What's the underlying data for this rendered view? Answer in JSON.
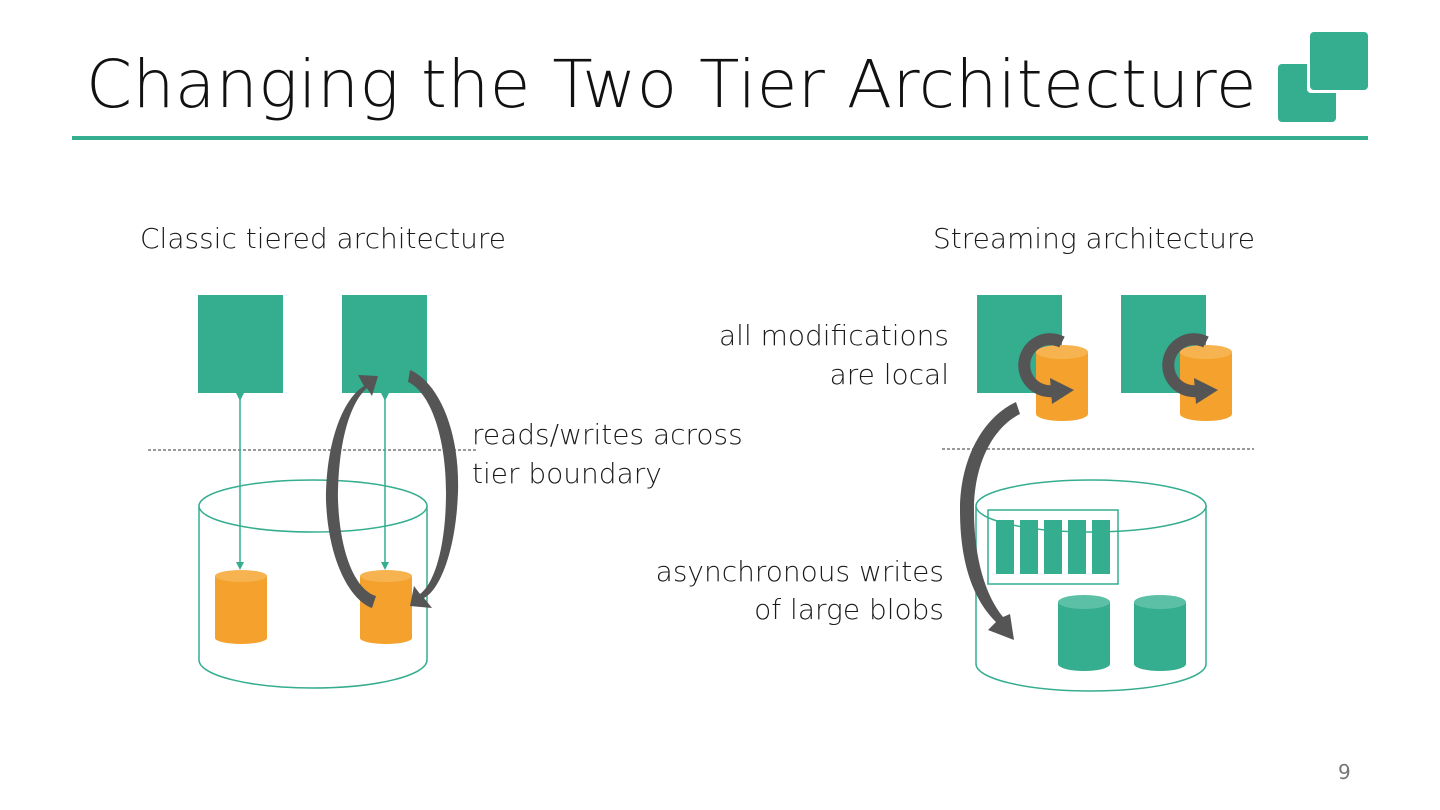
{
  "slide": {
    "title": "Changing the Two Tier Architecture",
    "page_number": "9"
  },
  "left": {
    "heading": "Classic tiered architecture",
    "annotation_line1": "reads/writes across",
    "annotation_line2": "tier boundary"
  },
  "right": {
    "heading": "Streaming architecture",
    "annotation_top_line1": "all modifications",
    "annotation_top_line2": "are local",
    "annotation_bottom_line1": "asynchronous writes",
    "annotation_bottom_line2": "of large blobs"
  },
  "colors": {
    "accent_green": "#35ad8f",
    "cache_orange": "#f4a22d",
    "arrow_gray": "#555555"
  }
}
